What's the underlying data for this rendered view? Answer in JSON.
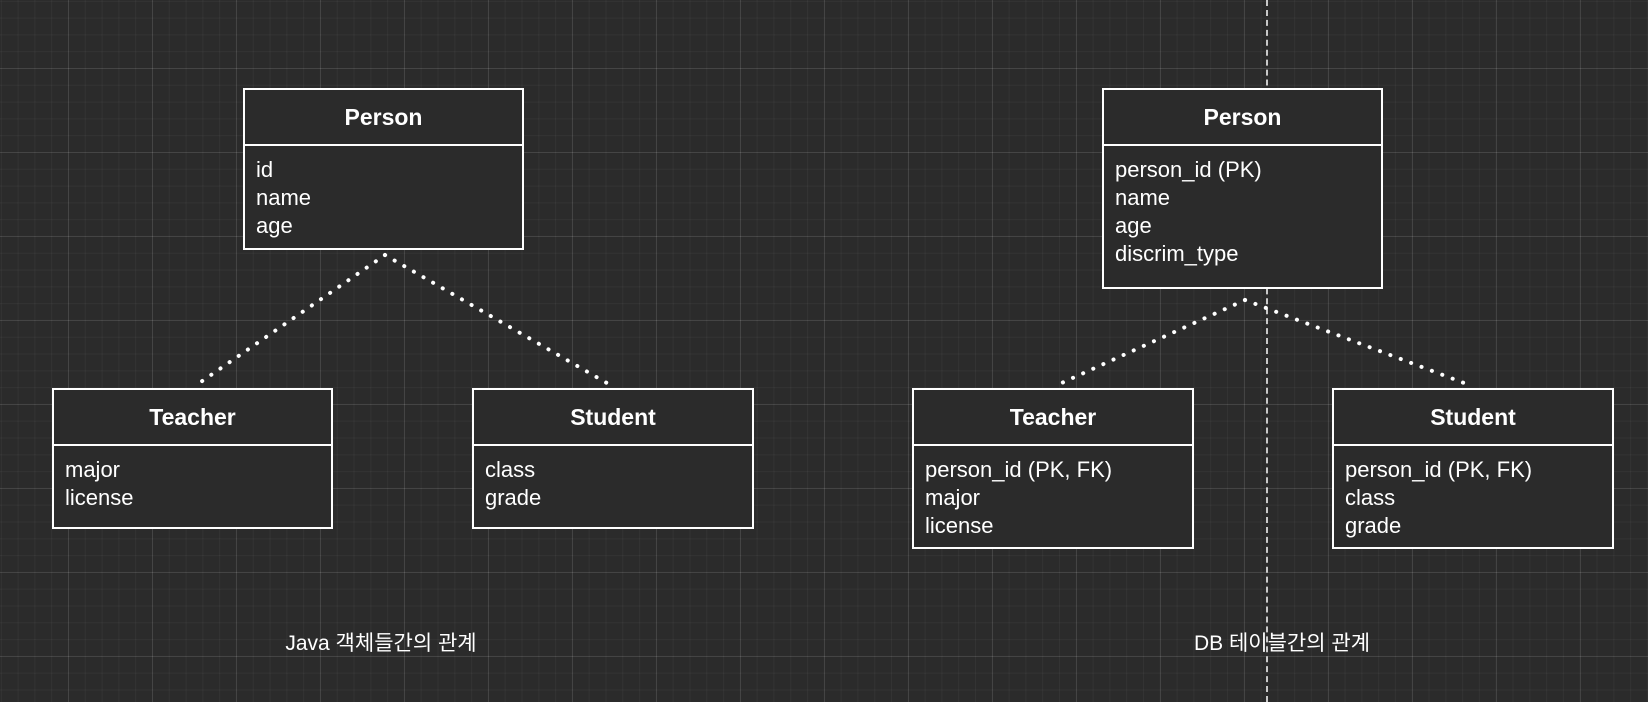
{
  "diagrams": [
    {
      "caption": "Java 객체들간의 관계",
      "parent": {
        "title": "Person",
        "fields": [
          "id",
          "name",
          "age"
        ]
      },
      "children": [
        {
          "title": "Teacher",
          "fields": [
            "major",
            "license"
          ]
        },
        {
          "title": "Student",
          "fields": [
            "class",
            "grade"
          ]
        }
      ]
    },
    {
      "caption": "DB 테이블간의 관계",
      "parent": {
        "title": "Person",
        "fields": [
          "person_id (PK)",
          "name",
          "age",
          "discrim_type"
        ]
      },
      "children": [
        {
          "title": "Teacher",
          "fields": [
            "person_id (PK, FK)",
            "major",
            "license"
          ]
        },
        {
          "title": "Student",
          "fields": [
            "person_id (PK, FK)",
            "class",
            "grade"
          ]
        }
      ]
    }
  ],
  "colors": {
    "background": "#2b2b2b",
    "stroke": "#ffffff",
    "text": "#ffffff"
  }
}
